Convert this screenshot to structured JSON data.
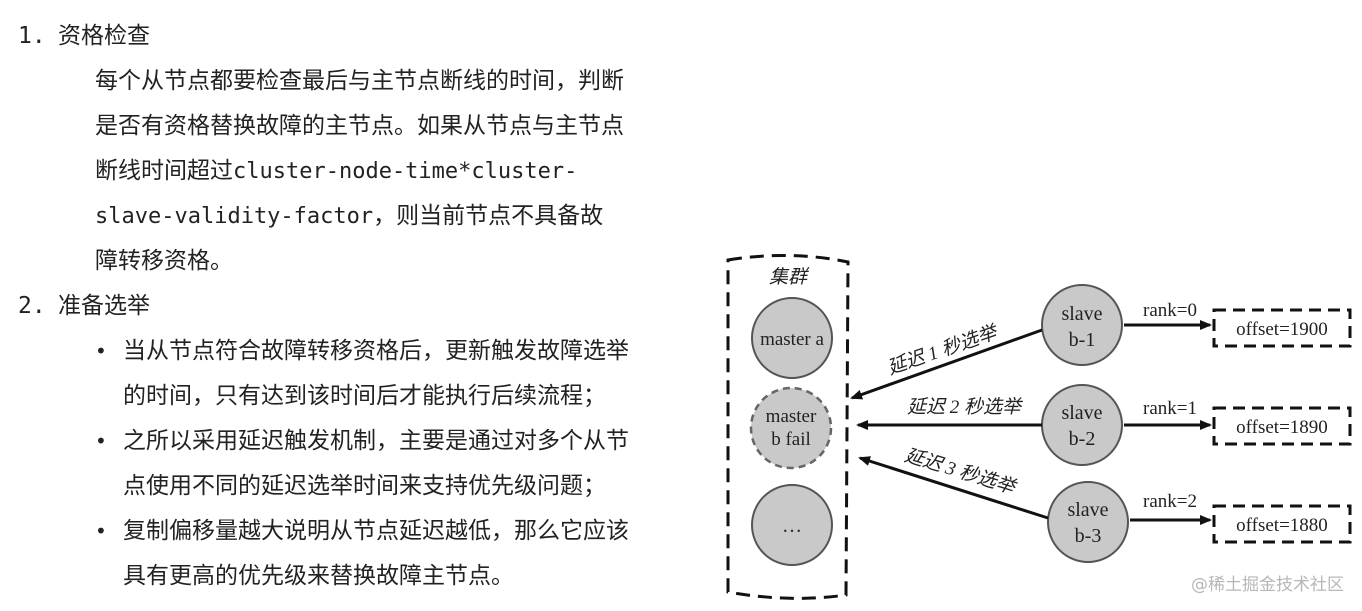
{
  "section1": {
    "num": "1.",
    "title": "资格检查",
    "lines": [
      "每个从节点都要检查最后与主节点断线的时间，判断",
      "是否有资格替换故障的主节点。如果从节点与主节点"
    ],
    "line3_prefix": "断线时间超过",
    "line3_code": "cluster-node-time*cluster-",
    "line4_code": "slave-validity-factor",
    "line4_suffix": "，则当前节点不具备故",
    "line5": "障转移资格。"
  },
  "section2": {
    "num": "2.",
    "title": "准备选举",
    "bullets": [
      {
        "lines": [
          "当从节点符合故障转移资格后，更新触发故障选举",
          "的时间，只有达到该时间后才能执行后续流程；"
        ]
      },
      {
        "lines": [
          "之所以采用延迟触发机制，主要是通过对多个从节",
          "点使用不同的延迟选举时间来支持优先级问题；"
        ]
      },
      {
        "lines": [
          "复制偏移量越大说明从节点延迟越低，那么它应该",
          "具有更高的优先级来替换故障主节点。"
        ]
      }
    ]
  },
  "diagram": {
    "cluster_label": "集群",
    "master_a": "master a",
    "master_b_line1": "master",
    "master_b_line2": "b fail",
    "ellipsis": "…",
    "slaves": [
      {
        "line1": "slave",
        "line2": "b-1",
        "rank": "rank=0",
        "offset": "offset=1900",
        "delay": "延迟 1 秒选举"
      },
      {
        "line1": "slave",
        "line2": "b-2",
        "rank": "rank=1",
        "offset": "offset=1890",
        "delay": "延迟 2 秒选举"
      },
      {
        "line1": "slave",
        "line2": "b-3",
        "rank": "rank=2",
        "offset": "offset=1880",
        "delay": "延迟 3 秒选举"
      }
    ]
  },
  "watermark": "@稀土掘金技术社区"
}
